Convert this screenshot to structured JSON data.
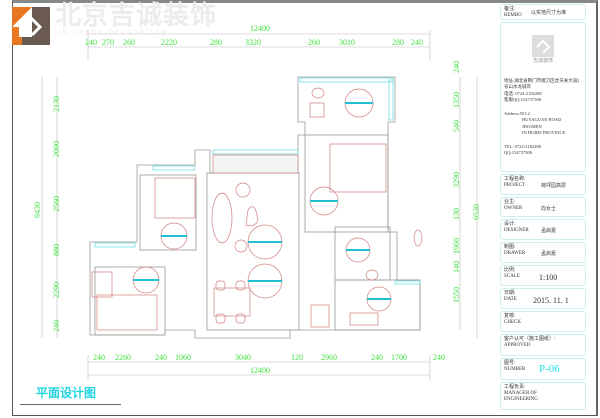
{
  "brand": {
    "name": "北京吉诚装饰",
    "subtitle": "JIN CHENG DECORATION",
    "logo_text": "吉诚装饰"
  },
  "drawing_title": "平面设计图",
  "dimensions": {
    "top_total": "12400",
    "top_segments": [
      "240",
      "270",
      "260",
      "2220",
      "280",
      "3320",
      "260",
      "3010",
      "280",
      "240"
    ],
    "bottom_total": "12400",
    "bottom_segments": [
      "240",
      "2260",
      "240",
      "1060",
      "3040",
      "120",
      "2960",
      "240",
      "1700",
      "240"
    ],
    "left_total": "9430",
    "left_segments": [
      "2130",
      "2090",
      "2560",
      "880",
      "2290",
      "240"
    ],
    "right_total": "9530",
    "right_segments": [
      "240",
      "1350",
      "540",
      "3290",
      "130",
      "1960",
      "140",
      "1550"
    ]
  },
  "title_block": {
    "remark": {
      "label": "备注:",
      "label_en": "REMBO",
      "value": "以实地尺寸为准"
    },
    "company_logo_text": "吉诚装饰",
    "address_cn": "地址:湖北省荆门市掇刀区虎牙关大道2号山水龙城岸",
    "phone_cn": "电话: 0724-2182288",
    "qq_cn": "客服QQ:154737506",
    "address_en_label": "Address:NO.2",
    "address_en_1": "HUYAGUAN ROAD JINGMEN",
    "address_en_2": "IN HUBEI PROVINCE",
    "tel_en": "TEL: 0724-2182288",
    "qq_en": "QQ:154737506",
    "project": {
      "label": "工程名称:",
      "label_en": "PROJECT",
      "value": "荷坪园高层"
    },
    "owner": {
      "label": "业主:",
      "label_en": "OWNER",
      "value": "向女士"
    },
    "designer": {
      "label": "设计:",
      "label_en": "DESIGNER",
      "value": "孟启嘉"
    },
    "drawer": {
      "label": "制图:",
      "label_en": "DRAWER",
      "value": "孟启嘉"
    },
    "scale": {
      "label": "比例:",
      "label_en": "SCALE",
      "value": "1:100"
    },
    "date": {
      "label": "日期:",
      "label_en": "DATE",
      "value": "2015. 11. 1"
    },
    "check": {
      "label": "复核:",
      "label_en": "CHECK"
    },
    "approved": {
      "label": "客户认可（施工图纸）:",
      "label_en": "APPROVED"
    },
    "number": {
      "label": "图号:",
      "label_en": "NUMBER",
      "value": "P-06"
    },
    "manager": {
      "label": "工程负责:",
      "label_en": "MANAGER OF",
      "label_en2": "ENGINEERING"
    }
  },
  "colors": {
    "dimension": "#3ee03e",
    "title": "#22d4e0",
    "furniture": "#d08080",
    "window": "#6fe0e0",
    "logo_orange": "#e87722",
    "logo_brown": "#6b5a52"
  }
}
